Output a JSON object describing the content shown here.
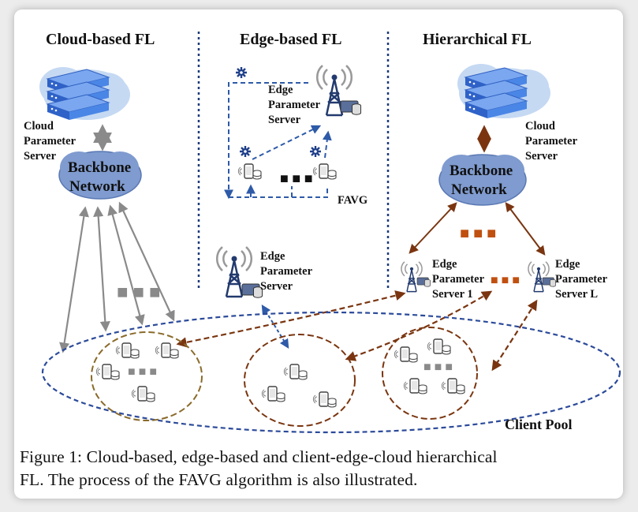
{
  "titles": {
    "cloud": "Cloud-based FL",
    "edge": "Edge-based FL",
    "hier": "Hierarchical FL"
  },
  "cloud_server_label": [
    "Cloud",
    "Parameter",
    "Server"
  ],
  "hier_cloud_label": [
    "Cloud",
    "Parameter",
    "Server"
  ],
  "backbone_label": [
    "Backbone",
    "Network"
  ],
  "edge_top_label": [
    "Edge",
    "Parameter",
    "Server"
  ],
  "edge_mid_label": [
    "Edge",
    "Parameter",
    "Server"
  ],
  "edge_server1_label": [
    "Edge",
    "Parameter",
    "Server 1"
  ],
  "edge_serverL_label": [
    "Edge",
    "Parameter",
    "Server L"
  ],
  "favg_label": "FAVG",
  "client_pool_label": "Client Pool",
  "colors": {
    "gray_arrow": "#8a8a8a",
    "brown_arrow": "#7a3510",
    "blue_dash": "#2e5aa8",
    "pool_ring": "#2b4a9a",
    "cluster_ring_left": "#8a6a2a",
    "cluster_ring_brown": "#7a3510",
    "cloud_fill": "#bcd4f0",
    "server_blue": "#3f76d8"
  },
  "caption": {
    "line1": "Figure 1: Cloud-based, edge-based and client-edge-cloud hierarchical",
    "line2": "FL. The process of the FAVG algorithm is also illustrated."
  }
}
